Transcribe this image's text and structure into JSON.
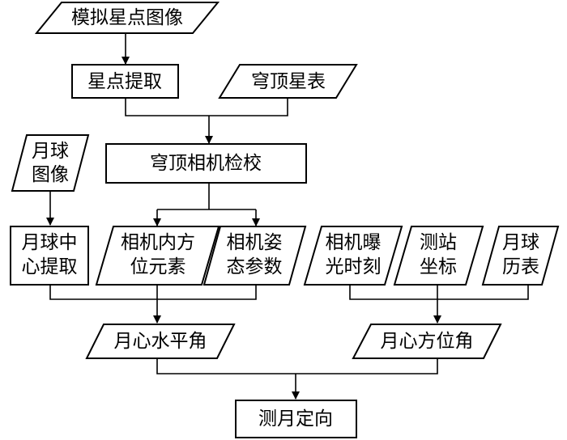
{
  "diagram": {
    "nodes": {
      "simulated_star_image": {
        "shape": "parallelogram",
        "lines": [
          "模拟星点图像"
        ]
      },
      "star_extraction": {
        "shape": "rectangle",
        "lines": [
          "星点提取"
        ]
      },
      "zenith_star_catalog": {
        "shape": "parallelogram",
        "lines": [
          "穹顶星表"
        ]
      },
      "zenith_camera_calibration": {
        "shape": "rectangle",
        "lines": [
          "穹顶相机检校"
        ]
      },
      "moon_image": {
        "shape": "parallelogram",
        "lines": [
          "月球",
          "图像"
        ]
      },
      "moon_center_extraction": {
        "shape": "rectangle",
        "lines": [
          "月球中",
          "心提取"
        ]
      },
      "camera_intrinsic_elements": {
        "shape": "parallelogram",
        "lines": [
          "相机内方",
          "位元素"
        ]
      },
      "camera_attitude_params": {
        "shape": "parallelogram",
        "lines": [
          "相机姿",
          "态参数"
        ]
      },
      "camera_exposure_time": {
        "shape": "parallelogram",
        "lines": [
          "相机曝",
          "光时刻"
        ]
      },
      "station_coordinates": {
        "shape": "parallelogram",
        "lines": [
          "测站",
          "坐标"
        ]
      },
      "lunar_ephemeris": {
        "shape": "parallelogram",
        "lines": [
          "月球",
          "历表"
        ]
      },
      "moon_center_horizontal_angle": {
        "shape": "parallelogram",
        "lines": [
          "月心水平角"
        ]
      },
      "moon_center_azimuth": {
        "shape": "parallelogram",
        "lines": [
          "月心方位角"
        ]
      },
      "moon_based_orientation": {
        "shape": "rectangle",
        "lines": [
          "测月定向"
        ]
      }
    },
    "edges": [
      {
        "from": [
          "simulated_star_image"
        ],
        "to": "star_extraction"
      },
      {
        "from": [
          "star_extraction",
          "zenith_star_catalog"
        ],
        "to": "zenith_camera_calibration"
      },
      {
        "from": [
          "zenith_camera_calibration"
        ],
        "to": [
          "camera_intrinsic_elements",
          "camera_attitude_params"
        ]
      },
      {
        "from": [
          "moon_image"
        ],
        "to": "moon_center_extraction"
      },
      {
        "from": [
          "moon_center_extraction",
          "camera_intrinsic_elements",
          "camera_attitude_params"
        ],
        "to": "moon_center_horizontal_angle"
      },
      {
        "from": [
          "camera_exposure_time",
          "station_coordinates",
          "lunar_ephemeris"
        ],
        "to": "moon_center_azimuth"
      },
      {
        "from": [
          "moon_center_horizontal_angle",
          "moon_center_azimuth"
        ],
        "to": "moon_based_orientation"
      }
    ]
  }
}
